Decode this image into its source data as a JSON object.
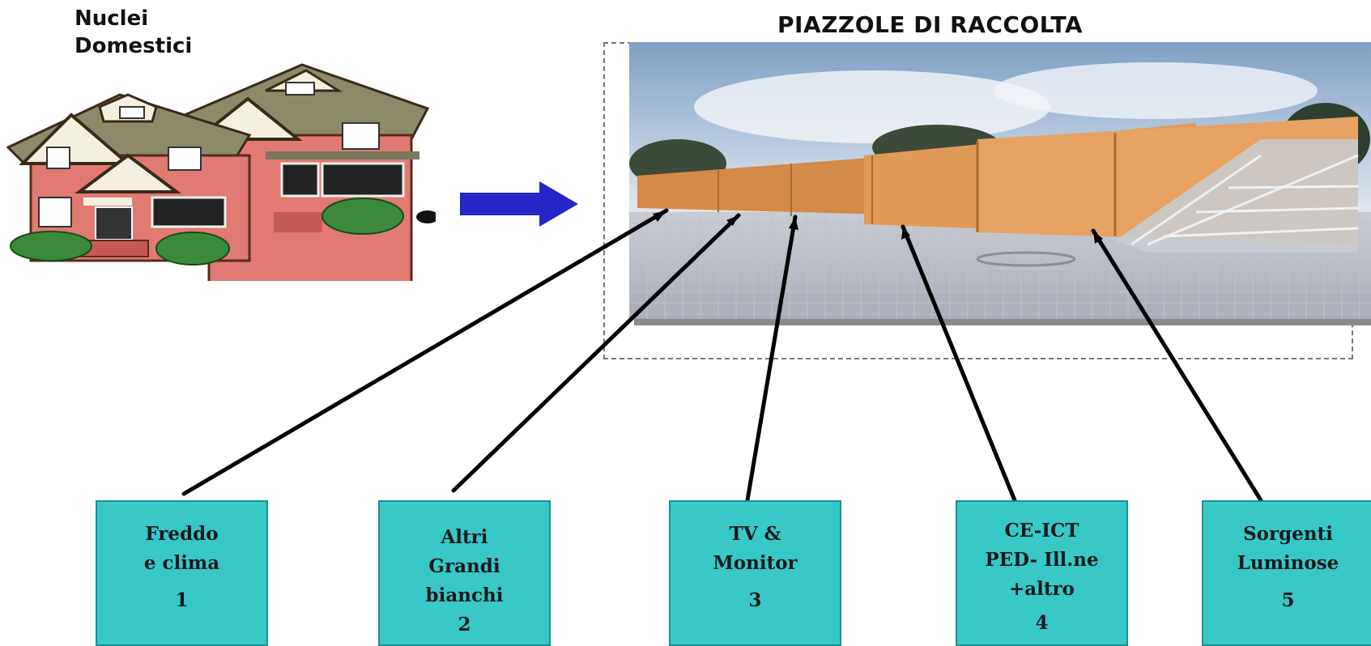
{
  "houses": {
    "label_lines": [
      "Nuclei",
      "Domestici"
    ]
  },
  "collection_site": {
    "title": "PIAZZOLE DI RACCOLTA"
  },
  "categories": [
    {
      "label": "Freddo\ne clima",
      "number": "1"
    },
    {
      "label": "Altri\nGrandi\nbianchi",
      "number": "2"
    },
    {
      "label": "TV &\nMonitor",
      "number": "3"
    },
    {
      "label": "CE-ICT\nPED- Ill.ne\n+altro",
      "number": "4"
    },
    {
      "label": "Sorgenti\nLuminose",
      "number": "5"
    }
  ],
  "colors": {
    "box_fill": "#38c8c8",
    "arrow": "#2525c8",
    "connector": "#000000"
  }
}
